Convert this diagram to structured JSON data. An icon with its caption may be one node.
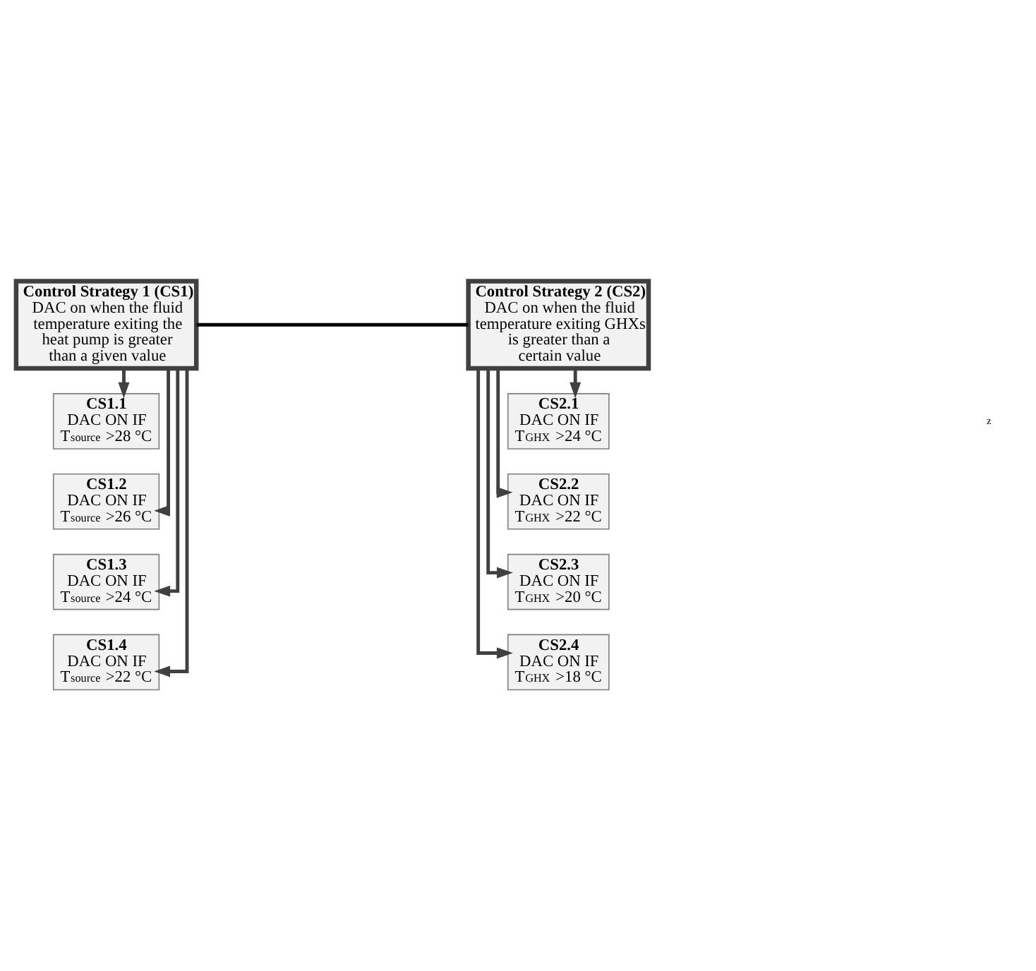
{
  "diagram": {
    "nodes": [
      {
        "text": [
          "Control Strategy 1 (CS1)",
          "DAC on when the fluid temperature exiting the heat pump is greater than a given value"
        ]
      },
      {
        "text": [
          "CS1.1",
          "DAC ON IF T$_{source}$ >28 °C"
        ]
      },
      {
        "text": [
          "CS1.2",
          "DAC ON IF T$_{source}$ >26 °C"
        ]
      },
      {
        "text": [
          "CS1.3",
          "DAC ON IF T$_{source}$ >24 °C"
        ]
      },
      {
        "text": [
          "CS1.4",
          "DAC ON IF T$_{source}$ >22 °C"
        ]
      },
      {
        "text": [
          "Control Strategy 2 (CS2)",
          "DAC on when the fluid temperature exiting GHXs is greater than a certain value"
        ]
      },
      {
        "text": [
          "CS2.1",
          "DAC ON IF T$_{GHX}$ >24 °C"
        ]
      },
      {
        "text": [
          "CS2.2",
          "DAC ON IF T$_{GHX}$ >22 °C"
        ]
      },
      {
        "text": [
          "CS2.3",
          "DAC ON IF T$_{GHX}$ >20 °C"
        ]
      },
      {
        "text": [
          "CS2.4",
          "DAC ON IF T$_{GHX}$ >18 °C"
        ]
      }
    ],
    "edges": [
      {
        "from": 0,
        "to": 5,
        "arrow": "none",
        "color": "#000000"
      },
      {
        "from": 0,
        "to": 1,
        "arrow": "to"
      },
      {
        "from": 0,
        "to": 2,
        "arrow": "to"
      },
      {
        "from": 0,
        "to": 3,
        "arrow": "to"
      },
      {
        "from": 0,
        "to": 4,
        "arrow": "to"
      },
      {
        "from": 5,
        "to": 6,
        "arrow": "to"
      },
      {
        "from": 5,
        "to": 7,
        "arrow": "to"
      },
      {
        "from": 5,
        "to": 8,
        "arrow": "to"
      },
      {
        "from": 5,
        "to": 9,
        "arrow": "to"
      }
    ],
    "labels": [
      "z"
    ]
  }
}
